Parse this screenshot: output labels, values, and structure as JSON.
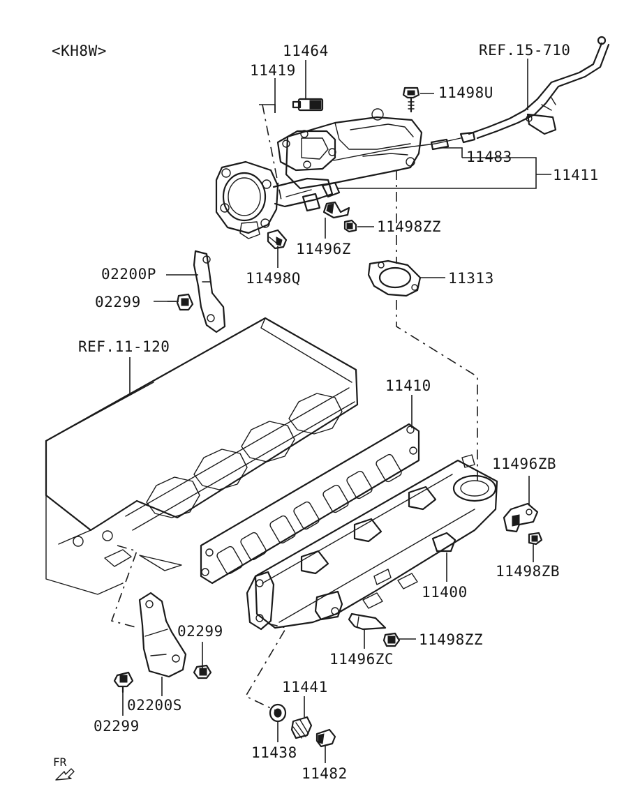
{
  "diagram": {
    "model_code": "<KH8W>",
    "labels": {
      "l11464": "11464",
      "l11419": "11419",
      "lref15": "REF.15-710",
      "l11498u": "11498U",
      "l11483": "11483",
      "l11411": "11411",
      "l11498zz_top": "11498ZZ",
      "l11496z": "11496Z",
      "l11498q": "11498Q",
      "l11313": "11313",
      "l02200p": "02200P",
      "l02299_a": "02299",
      "lref11": "REF.11-120",
      "l11410": "11410",
      "l11496zb": "11496ZB",
      "l11498zb": "11498ZB",
      "l11400": "11400",
      "l11498zz_bot": "11498ZZ",
      "l11496zc": "11496ZC",
      "l02299_b": "02299",
      "l02200s": "02200S",
      "l02299_c": "02299",
      "l11441": "11441",
      "l11438": "11438",
      "l11482": "11482",
      "fr": "FR"
    }
  }
}
